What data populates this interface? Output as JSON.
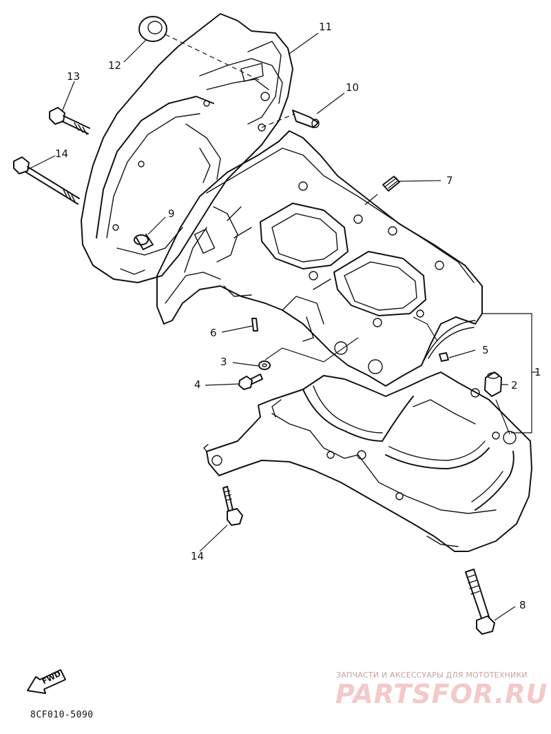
{
  "diagram": {
    "callouts": [
      {
        "id": "1",
        "label": "1"
      },
      {
        "id": "2",
        "label": "2"
      },
      {
        "id": "3",
        "label": "3"
      },
      {
        "id": "4",
        "label": "4"
      },
      {
        "id": "5",
        "label": "5"
      },
      {
        "id": "6",
        "label": "6"
      },
      {
        "id": "7",
        "label": "7"
      },
      {
        "id": "8",
        "label": "8"
      },
      {
        "id": "9",
        "label": "9"
      },
      {
        "id": "10",
        "label": "10"
      },
      {
        "id": "11",
        "label": "11"
      },
      {
        "id": "12",
        "label": "12"
      },
      {
        "id": "13",
        "label": "13"
      },
      {
        "id": "14a",
        "label": "14"
      },
      {
        "id": "14b",
        "label": "14"
      }
    ],
    "fwd_marker": "FWD",
    "part_code": "8CF010-5090"
  },
  "watermark": {
    "tagline": "ЗАПЧАСТИ И АКСЕССУАРЫ ДЛЯ МОТОТЕХНИКИ",
    "logo": "PARTSFOR.RU"
  }
}
